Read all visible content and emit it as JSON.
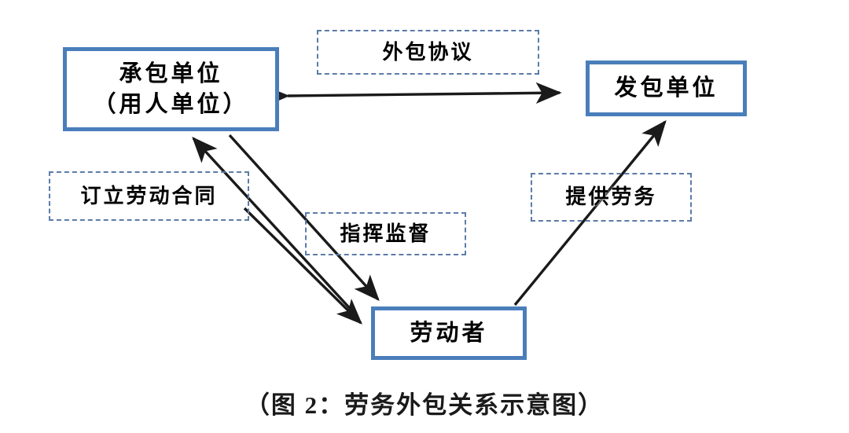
{
  "diagram": {
    "caption": "（图 2：劳务外包关系示意图）",
    "entities": [
      {
        "id": "contractor",
        "line1": "承包单位",
        "line2": "（用人单位）",
        "border_color": "#4a7ebb"
      },
      {
        "id": "client",
        "line1": "发包单位",
        "border_color": "#4a7ebb"
      },
      {
        "id": "worker",
        "line1": "劳动者",
        "border_color": "#4a7ebb"
      }
    ],
    "relations": [
      {
        "id": "outsourcing-agreement",
        "label": "外包协议",
        "from": "承包单位",
        "to": "发包单位",
        "direction": "bidirectional",
        "border_color": "#5b7ca8"
      },
      {
        "id": "labor-contract",
        "label": "订立劳动合同",
        "from": "劳动者",
        "to": "承包单位",
        "direction": "up-left",
        "border_color": "#5b7ca8"
      },
      {
        "id": "command-supervision",
        "label": "指挥监督",
        "from": "承包单位",
        "to": "劳动者",
        "direction": "down-right",
        "border_color": "#5b7ca8"
      },
      {
        "id": "provide-labor",
        "label": "提供劳务",
        "from": "劳动者",
        "to": "发包单位",
        "direction": "up-right",
        "border_color": "#5b7ca8"
      }
    ],
    "colors": {
      "entity_border": "#4a7ebb",
      "label_border": "#5b7ca8",
      "arrow": "#1a1a1a",
      "text": "#000000",
      "background": "#ffffff"
    }
  }
}
